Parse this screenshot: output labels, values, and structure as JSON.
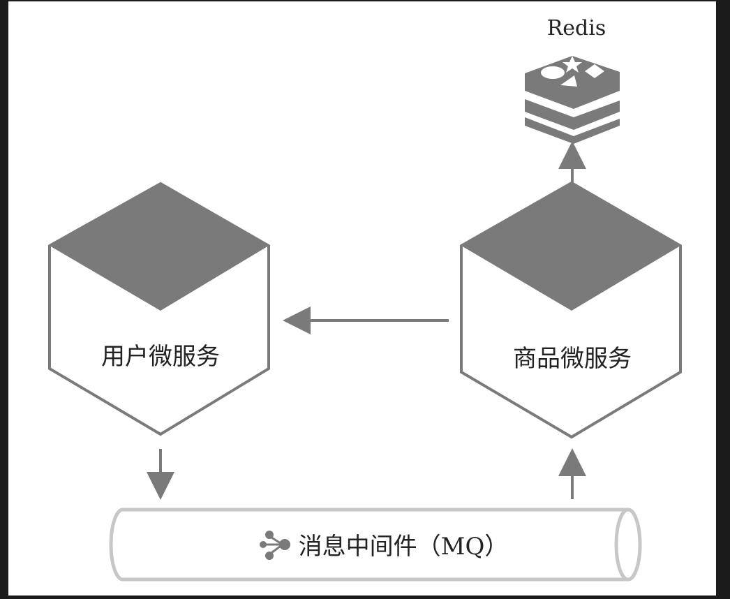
{
  "diagram": {
    "nodes": {
      "user_service": {
        "label": "用户微服务"
      },
      "product_service": {
        "label": "商品微服务"
      },
      "redis": {
        "label": "Redis"
      },
      "mq": {
        "label": "消息中间件（MQ）"
      }
    },
    "edges": [
      {
        "from": "product_service",
        "to": "user_service"
      },
      {
        "from": "user_service",
        "to": "mq"
      },
      {
        "from": "mq",
        "to": "product_service"
      },
      {
        "from": "product_service",
        "to": "redis"
      }
    ],
    "colors": {
      "background": "#ffffff",
      "frame_outer": "#1b1b1b",
      "stroke": "#7a7a7a",
      "fill_dark": "#7a7a7a",
      "text": "#222222"
    },
    "icons": {
      "redis": "redis-stack-icon",
      "mq": "network-nodes-icon"
    }
  }
}
